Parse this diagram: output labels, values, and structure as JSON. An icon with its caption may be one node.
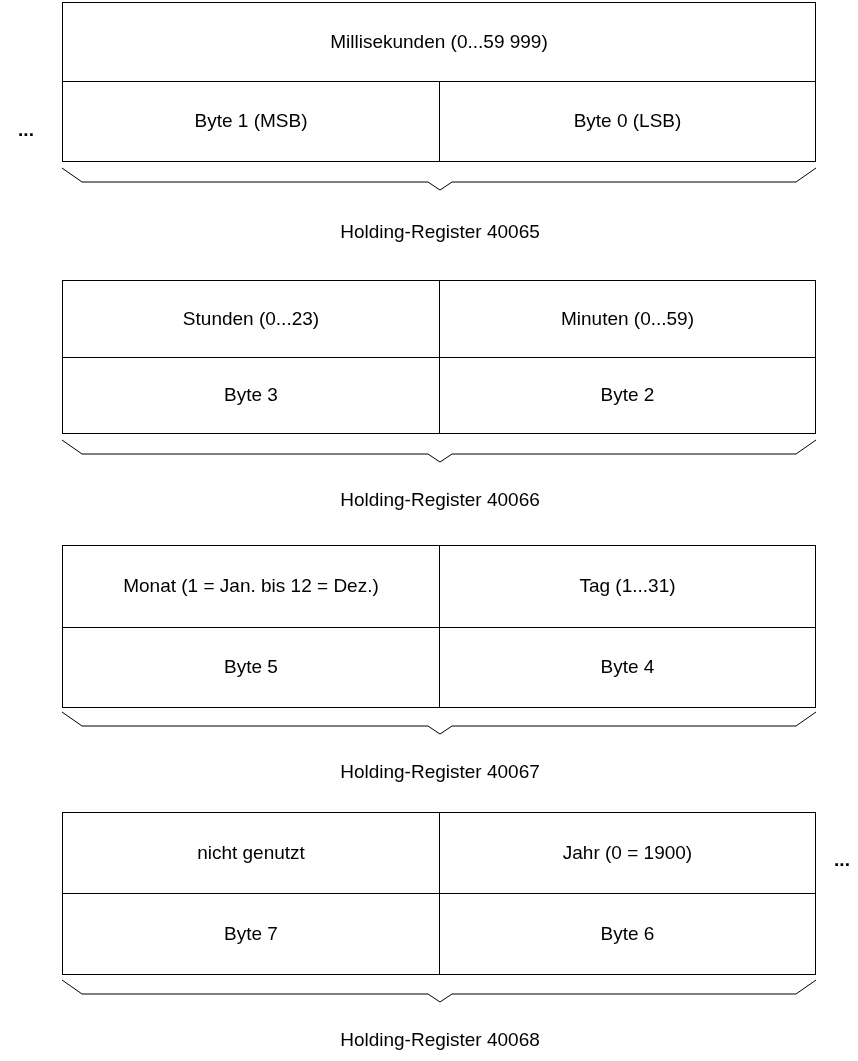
{
  "diagram": {
    "nodes": [
      {
        "text": [
          "Millisekunden (0...59 999)"
        ]
      },
      {
        "text": [
          "Byte 1 (MSB)"
        ]
      },
      {
        "text": [
          "Byte 0 (LSB)"
        ]
      },
      {
        "text": [
          "Stunden (0...23)"
        ]
      },
      {
        "text": [
          "Minuten (0...59)"
        ]
      },
      {
        "text": [
          "Byte 3"
        ]
      },
      {
        "text": [
          "Byte 2"
        ]
      },
      {
        "text": [
          "Monat (1 = Jan. bis 12 = Dez.)"
        ]
      },
      {
        "text": [
          "Tag (1...31)"
        ]
      },
      {
        "text": [
          "Byte 5"
        ]
      },
      {
        "text": [
          "Byte 4"
        ]
      },
      {
        "text": [
          "nicht genutzt"
        ]
      },
      {
        "text": [
          "Jahr (0 = 1900)"
        ]
      },
      {
        "text": [
          "Byte 7"
        ]
      },
      {
        "text": [
          "Byte 6"
        ]
      }
    ],
    "labels": [
      "...",
      "Holding-Register 40065",
      "Holding-Register 40066",
      "Holding-Register 40067",
      "...",
      "Holding-Register 40068"
    ]
  }
}
